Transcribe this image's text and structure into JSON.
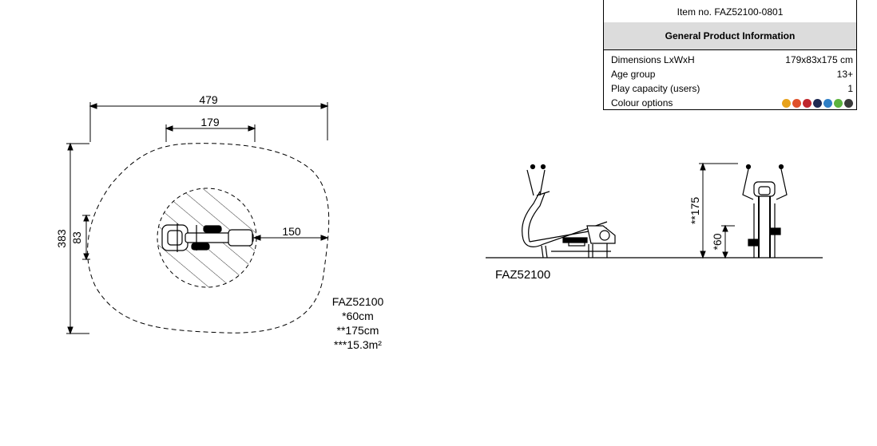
{
  "info": {
    "item_no": "Item no. FAZ52100-0801",
    "header": "General Product Information",
    "rows": [
      {
        "label": "Dimensions LxWxH",
        "value": "179x83x175 cm"
      },
      {
        "label": "Age group",
        "value": "13+"
      },
      {
        "label": "Play capacity (users)",
        "value": "1"
      },
      {
        "label": "Colour options",
        "value": ""
      }
    ],
    "colours": [
      "#e8a21a",
      "#e0512b",
      "#c0262c",
      "#1f2a52",
      "#2f7fc6",
      "#5cb33e",
      "#3a3a3a"
    ]
  },
  "plan": {
    "dim_total_length": "479",
    "dim_product_length": "179",
    "dim_total_width": "383",
    "dim_product_width": "83",
    "dim_safety": "150",
    "notes": [
      "FAZ52100",
      "*60cm",
      "**175cm",
      "***15.3m²"
    ]
  },
  "elevation": {
    "label": "FAZ52100",
    "dim_height": "**175",
    "dim_platform": "*60"
  }
}
